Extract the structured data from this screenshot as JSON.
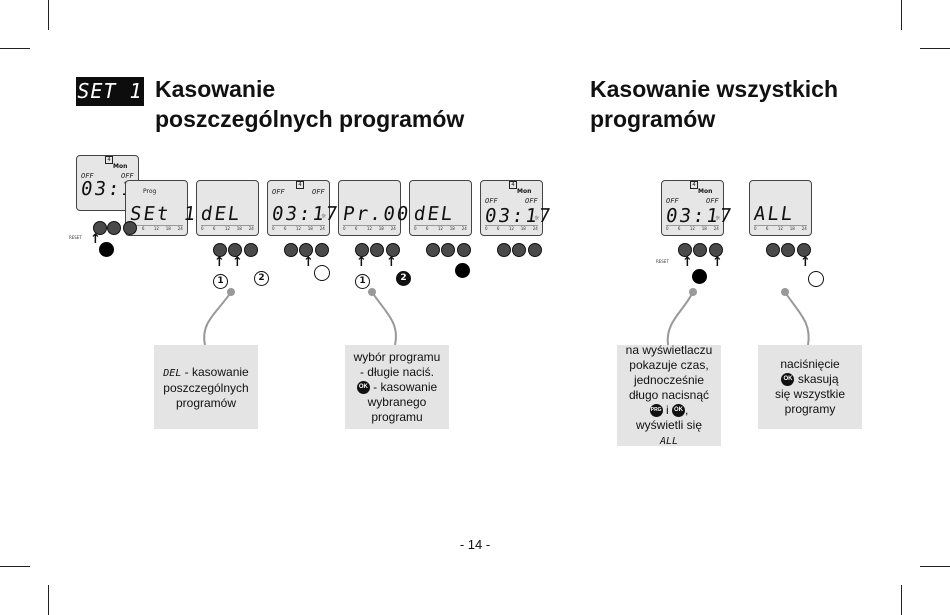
{
  "badge": "SET 1",
  "left_title": {
    "line1": "Kasowanie",
    "line2": "poszczególnych programów"
  },
  "right_title": {
    "line1": "Kasowanie wszystkich",
    "line2": "programów"
  },
  "screens": {
    "time": "03:17",
    "off": "OFF",
    "day": "Mon",
    "prog": "Prog",
    "set1": "SEt 1",
    "del": "dEL",
    "pr00": "Pr.00",
    "all": "ALL",
    "four": "4",
    "reset": "RESET",
    "scale": [
      "0",
      "6",
      "12",
      "18",
      "24"
    ]
  },
  "step_numbers": {
    "one": "1",
    "two": "2"
  },
  "captions": {
    "c1_code": "DEL",
    "c1_rest": " - kasowanie poszczególnych programów",
    "c2_line1": "wybór programu",
    "c2_line2": "- długie naciś.",
    "c2_ok": "OK",
    "c2_line3": " - kasowanie",
    "c2_line4": "wybranego",
    "c2_line5": "programu",
    "c3_line1": "na wyświetlaczu",
    "c3_line2": "pokazuje czas,",
    "c3_line3": "jednocześnie",
    "c3_line4": "długo nacisnąć",
    "c3_prg": "PRG",
    "c3_and": " i ",
    "c3_ok": "OK",
    "c3_comma": ",",
    "c3_line5": "wyświetli się",
    "c3_code": "ALL",
    "c4_line1": "naciśnięcie",
    "c4_ok": "OK",
    "c4_line2": " skasują",
    "c4_line3": "się wszystkie",
    "c4_line4": "programy"
  },
  "page_number": "- 14 -"
}
